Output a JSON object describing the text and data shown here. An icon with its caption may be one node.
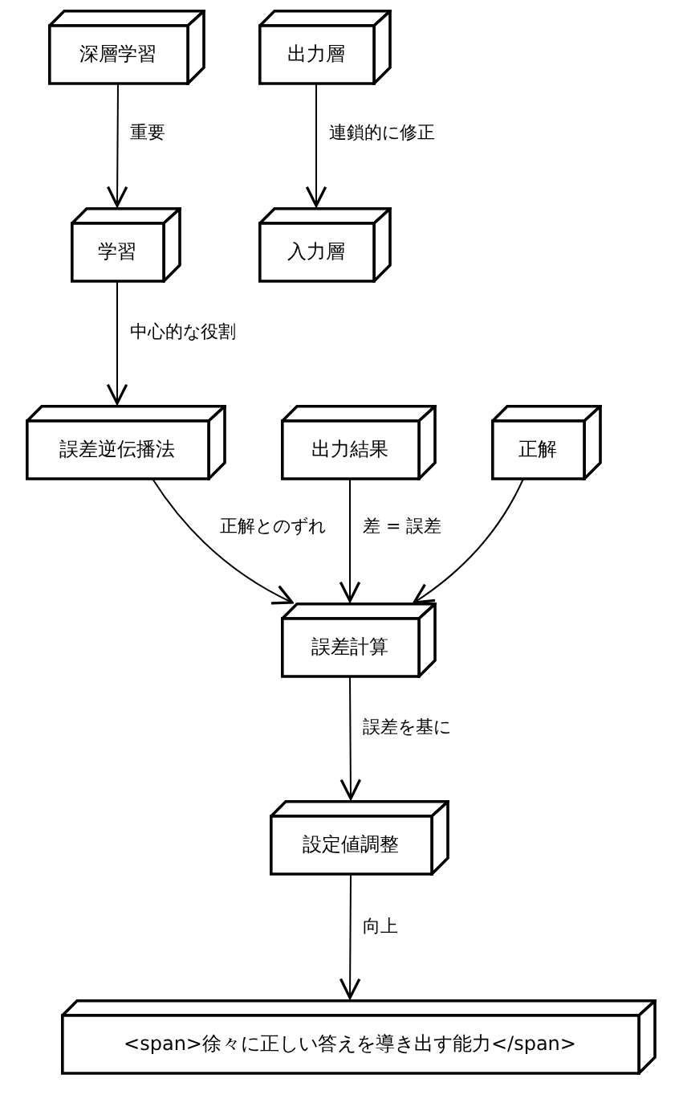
{
  "diagram": {
    "nodes": [
      {
        "text": [
          "深層学習"
        ]
      },
      {
        "text": [
          "出力層"
        ]
      },
      {
        "text": [
          "学習"
        ]
      },
      {
        "text": [
          "入力層"
        ]
      },
      {
        "text": [
          "誤差逆伝播法"
        ]
      },
      {
        "text": [
          "出力結果"
        ]
      },
      {
        "text": [
          "正解"
        ]
      },
      {
        "text": [
          "誤差計算"
        ]
      },
      {
        "text": [
          "設定値調整"
        ]
      },
      {
        "text": [
          "<span>徐々に正しい答えを導き出す能力</span>"
        ]
      }
    ],
    "edges": [
      {
        "from": 0,
        "to": 2,
        "arrow": "to",
        "label": "重要"
      },
      {
        "from": 1,
        "to": 3,
        "arrow": "to",
        "label": "連鎖的に修正"
      },
      {
        "from": 2,
        "to": 4,
        "arrow": "to",
        "label": "中心的な役割"
      },
      {
        "from": 4,
        "to": 7,
        "arrow": "to",
        "label": "正解とのずれ"
      },
      {
        "from": 5,
        "to": 7,
        "arrow": "to",
        "label": "差 = 誤差"
      },
      {
        "from": 6,
        "to": 7,
        "arrow": "to"
      },
      {
        "from": 7,
        "to": 8,
        "arrow": "to",
        "label": "誤差を基に"
      },
      {
        "from": 8,
        "to": 9,
        "arrow": "to",
        "label": "向上"
      }
    ]
  }
}
